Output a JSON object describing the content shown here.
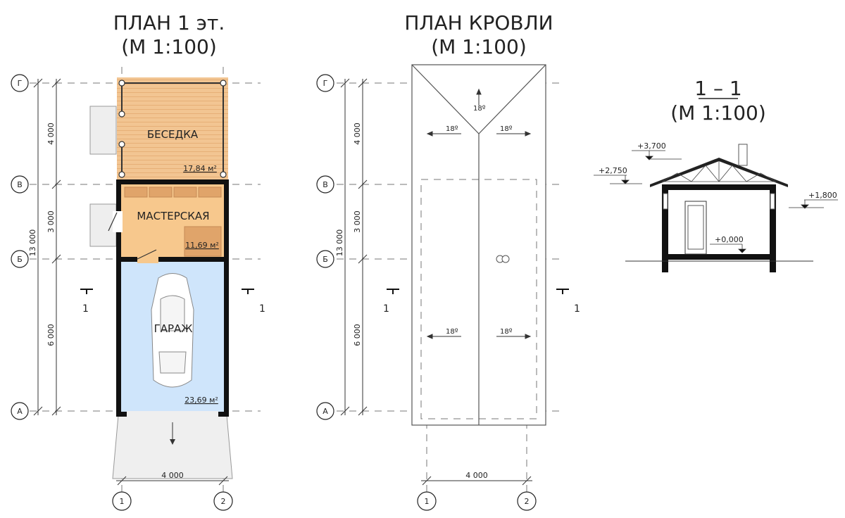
{
  "plan1": {
    "title": "ПЛАН 1 эт.",
    "scale": "(М 1:100)",
    "axes_rows": [
      "Г",
      "В",
      "Б",
      "А"
    ],
    "axes_cols": [
      "1",
      "2"
    ],
    "dim_total": "13 000",
    "dim_segments": [
      "4 000",
      "3 000",
      "6 000"
    ],
    "dim_width": "4 000",
    "section_mark": "1",
    "rooms": [
      {
        "name": "БЕСЕДКА",
        "area": "17,84 м²",
        "color": "#f2c592"
      },
      {
        "name": "МАСТЕРСКАЯ",
        "area": "11,69 м²",
        "color": "#f7c88d"
      },
      {
        "name": "ГАРАЖ",
        "area": "23,69 м²",
        "color": "#cfe5fb"
      }
    ]
  },
  "plan2": {
    "title": "ПЛАН КРОВЛИ",
    "scale": "(М 1:100)",
    "axes_rows": [
      "Г",
      "В",
      "Б",
      "А"
    ],
    "axes_cols": [
      "1",
      "2"
    ],
    "dim_total": "13 000",
    "dim_segments": [
      "4 000",
      "3 000",
      "6 000"
    ],
    "dim_width": "4 000",
    "section_mark": "1",
    "slope": "18º"
  },
  "section": {
    "title": "1 – 1",
    "scale": "(М 1:100)",
    "levels": [
      "+3,700",
      "+2,750",
      "+1,800",
      "+0,000"
    ]
  }
}
